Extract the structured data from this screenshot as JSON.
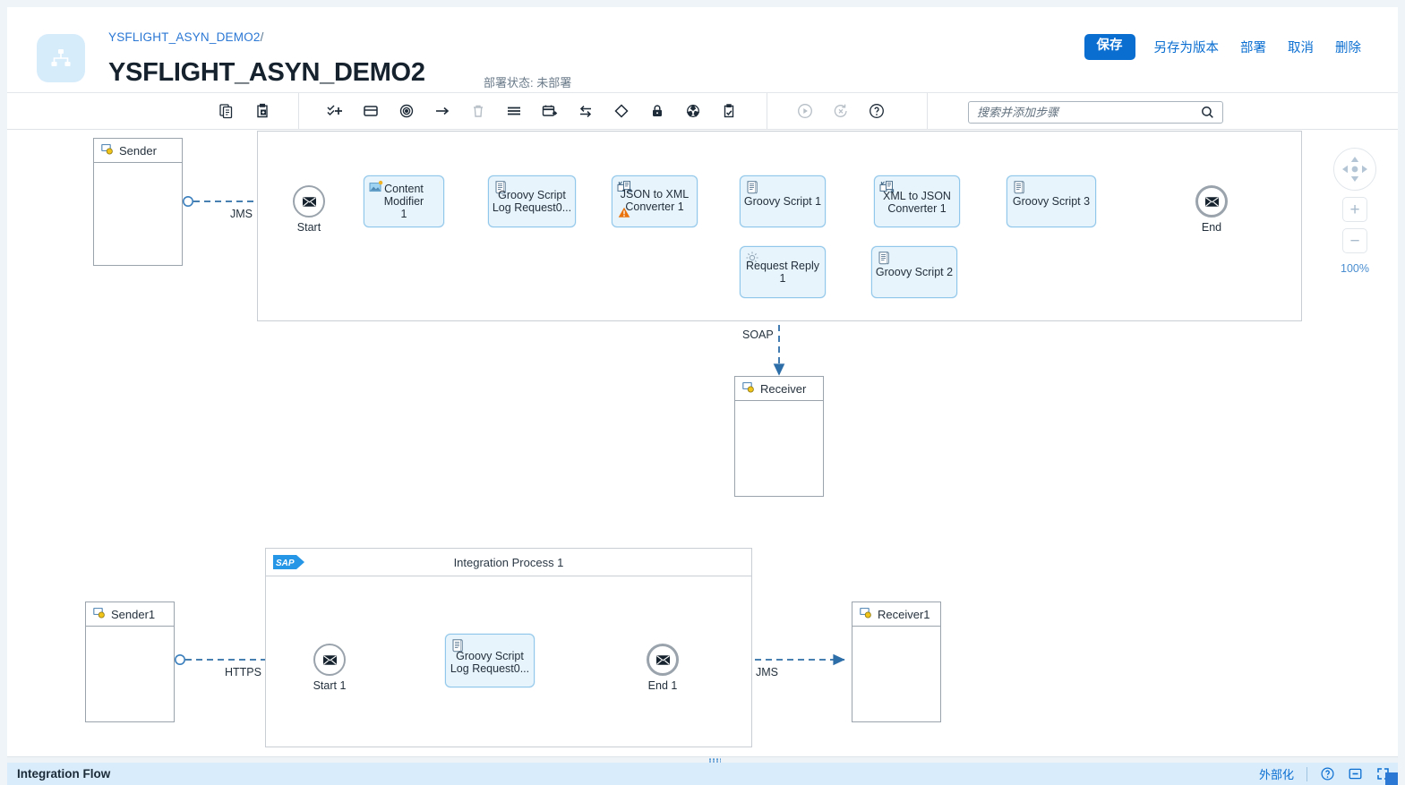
{
  "header": {
    "app_icon": "hierarchy-icon",
    "breadcrumb": "YSFLIGHT_ASYN_DEMO2",
    "breadcrumb_separator": "/",
    "title": "YSFLIGHT_ASYN_DEMO2",
    "deploy_status": "部署状态: 未部署",
    "actions": [
      {
        "label": "保存",
        "name": "save-button",
        "primary": true
      },
      {
        "label": "另存为版本",
        "name": "save-as-version-button",
        "primary": false
      },
      {
        "label": "部署",
        "name": "deploy-button",
        "primary": false
      },
      {
        "label": "取消",
        "name": "cancel-button",
        "primary": false
      },
      {
        "label": "删除",
        "name": "delete-button",
        "primary": false
      }
    ]
  },
  "toolbar": {
    "icons": [
      {
        "name": "copy-icon",
        "disabled": false
      },
      {
        "name": "paste-icon",
        "disabled": false
      },
      {
        "name": "add-participant-icon",
        "disabled": false
      },
      {
        "name": "pool-icon",
        "disabled": false
      },
      {
        "name": "event-icon",
        "disabled": false
      },
      {
        "name": "arrow-connector-icon",
        "disabled": false
      },
      {
        "name": "delete-trash-icon",
        "disabled": true
      },
      {
        "name": "menu-lines-icon",
        "disabled": false
      },
      {
        "name": "calendar-step-icon",
        "disabled": false
      },
      {
        "name": "swap-arrows-icon",
        "disabled": false
      },
      {
        "name": "gateway-diamond-icon",
        "disabled": false
      },
      {
        "name": "lock-icon",
        "disabled": false
      },
      {
        "name": "mapping-icon",
        "disabled": false
      },
      {
        "name": "validate-clipboard-icon",
        "disabled": false
      },
      {
        "name": "run-icon",
        "disabled": true
      },
      {
        "name": "undo-icon",
        "disabled": true
      },
      {
        "name": "help-icon",
        "disabled": false
      }
    ],
    "search": {
      "placeholder": "搜索并添加步骤",
      "value": "",
      "icon": "search-icon"
    }
  },
  "canvas": {
    "zoom_controls": {
      "pan_icon": "pan-pad-icon",
      "zoom_in": "+",
      "zoom_out": "−",
      "zoom_level": "100%"
    },
    "diagram": {
      "participants": [
        {
          "name": "participant-sender",
          "label": "Sender",
          "icon": "sender-icon"
        },
        {
          "name": "participant-receiver",
          "label": "Receiver",
          "icon": "receiver-icon"
        },
        {
          "name": "participant-sender1",
          "label": "Sender1",
          "icon": "sender-icon"
        },
        {
          "name": "participant-receiver1",
          "label": "Receiver1",
          "icon": "receiver-icon"
        }
      ],
      "pools": [
        {
          "name": "pool-main",
          "label": ""
        },
        {
          "name": "pool-integration-process-1",
          "label": "Integration Process 1",
          "logo": "sap-logo"
        }
      ],
      "events": [
        {
          "name": "event-start",
          "label": "Start",
          "icon": "message-envelope-icon"
        },
        {
          "name": "event-end",
          "label": "End",
          "icon": "message-envelope-icon"
        },
        {
          "name": "event-start-1",
          "label": "Start 1",
          "icon": "message-envelope-icon"
        },
        {
          "name": "event-end-1",
          "label": "End 1",
          "icon": "message-envelope-icon"
        }
      ],
      "steps": [
        {
          "name": "step-content-modifier-1",
          "label": "Content Modifier\n1",
          "icon": "content-modifier-icon",
          "warning": false
        },
        {
          "name": "step-groovy-script-log-request0",
          "label": "Groovy Script\nLog Request0...",
          "icon": "script-icon",
          "warning": false
        },
        {
          "name": "step-json-to-xml-converter-1",
          "label": "JSON to XML\nConverter 1",
          "icon": "converter-icon",
          "warning": true
        },
        {
          "name": "step-groovy-script-1",
          "label": "Groovy Script 1",
          "icon": "script-icon",
          "warning": false
        },
        {
          "name": "step-xml-to-json-converter-1",
          "label": "XML to JSON\nConverter 1",
          "icon": "converter-icon",
          "warning": false
        },
        {
          "name": "step-groovy-script-3",
          "label": "Groovy Script 3",
          "icon": "script-icon",
          "warning": false
        },
        {
          "name": "step-request-reply-1",
          "label": "Request Reply 1",
          "icon": "gear-icon",
          "warning": false
        },
        {
          "name": "step-groovy-script-2",
          "label": "Groovy Script 2",
          "icon": "script-icon",
          "warning": false
        },
        {
          "name": "step-groovy-script-log-request0-1",
          "label": "Groovy Script\nLog Request0...",
          "icon": "script-icon",
          "warning": false
        }
      ],
      "connector_labels": [
        {
          "name": "connector-label-jms",
          "label": "JMS"
        },
        {
          "name": "connector-label-soap",
          "label": "SOAP"
        },
        {
          "name": "connector-label-https",
          "label": "HTTPS"
        },
        {
          "name": "connector-label-jms-2",
          "label": "JMS"
        }
      ]
    }
  },
  "footer": {
    "title": "Integration Flow",
    "externalize_label": "外部化",
    "icons": [
      {
        "name": "help-icon"
      },
      {
        "name": "minimize-icon"
      },
      {
        "name": "fullscreen-icon"
      }
    ]
  }
}
